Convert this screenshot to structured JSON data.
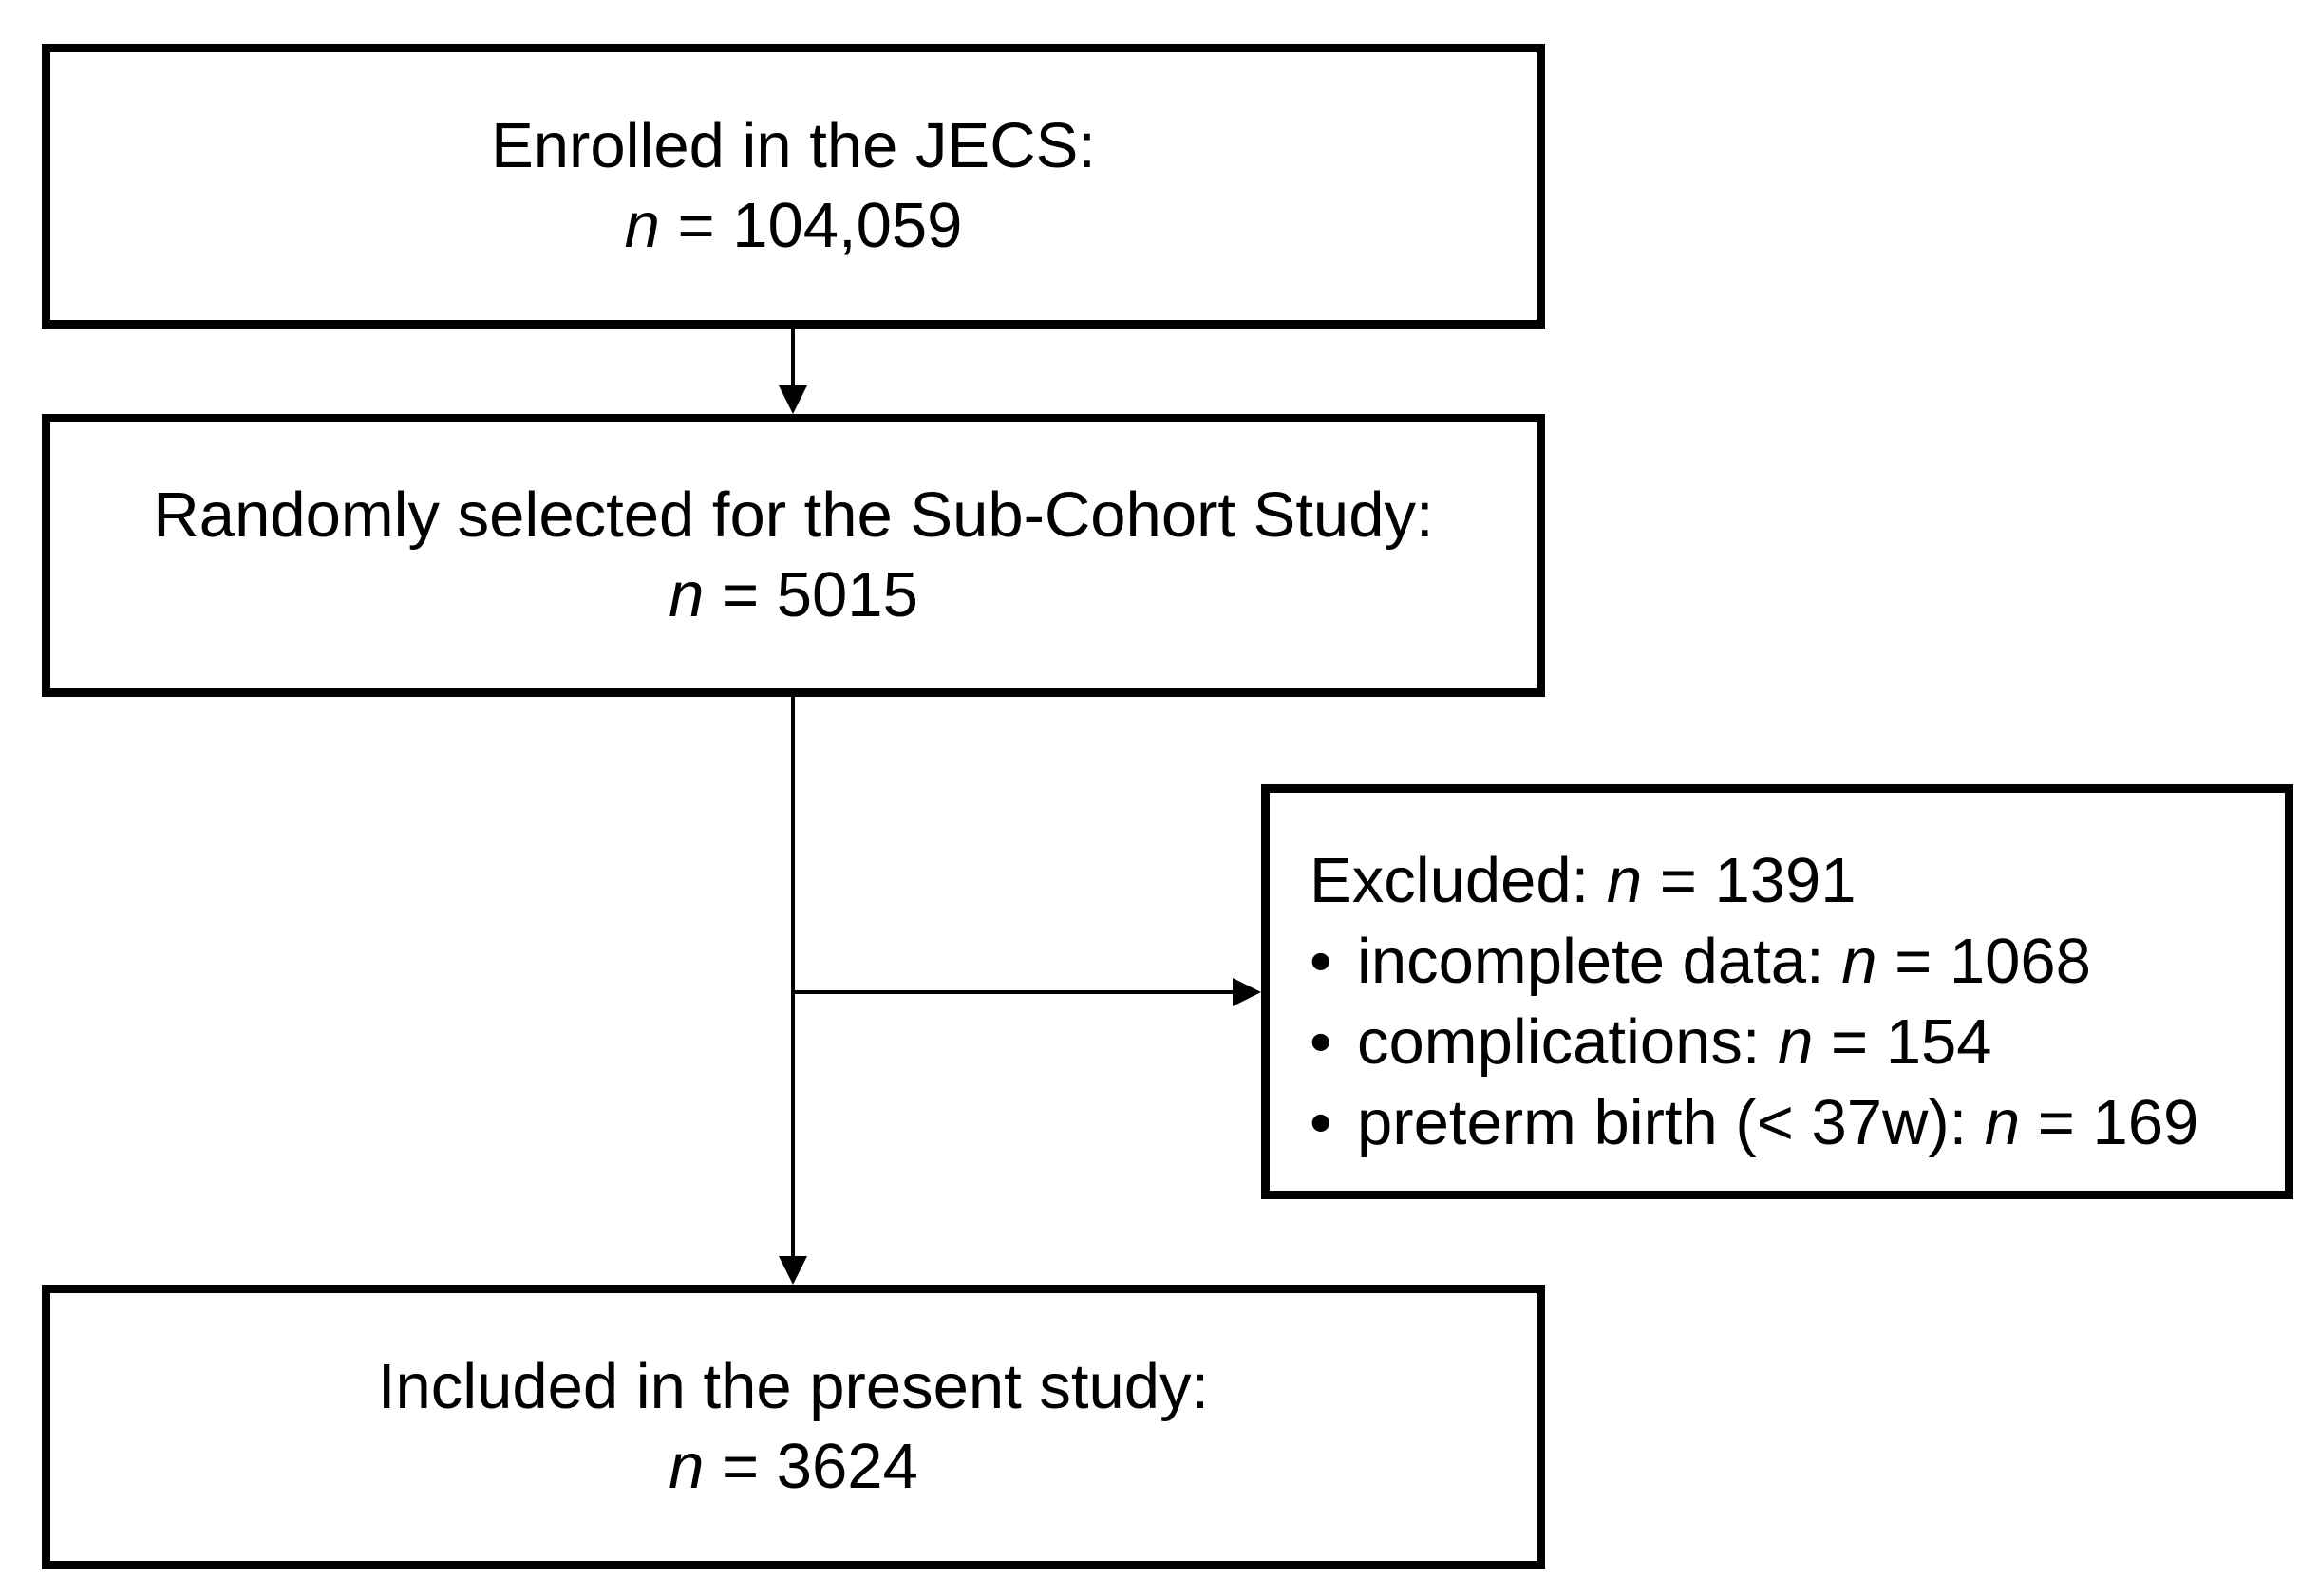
{
  "boxes": {
    "enrolled": {
      "label": "Enrolled in the JECS:",
      "n_symbol": "n",
      "n_value": " = 104,059"
    },
    "selected": {
      "label": "Randomly selected for the Sub-Cohort Study:",
      "n_symbol": "n",
      "n_value": " = 5015"
    },
    "excluded": {
      "label": "Excluded: ",
      "n_symbol": "n",
      "n_value": " = 1391",
      "bullet": "•",
      "reasons": [
        {
          "label": "incomplete data: ",
          "n_symbol": "n",
          "n_value": " = 1068"
        },
        {
          "label": "complications: ",
          "n_symbol": "n",
          "n_value": " = 154"
        },
        {
          "label": "preterm birth (< 37w): ",
          "n_symbol": "n",
          "n_value": " = 169"
        }
      ]
    },
    "included": {
      "label": "Included in the present study:",
      "n_symbol": "n",
      "n_value": " = 3624"
    }
  },
  "colors": {
    "stroke": "#000000",
    "background": "#ffffff"
  }
}
